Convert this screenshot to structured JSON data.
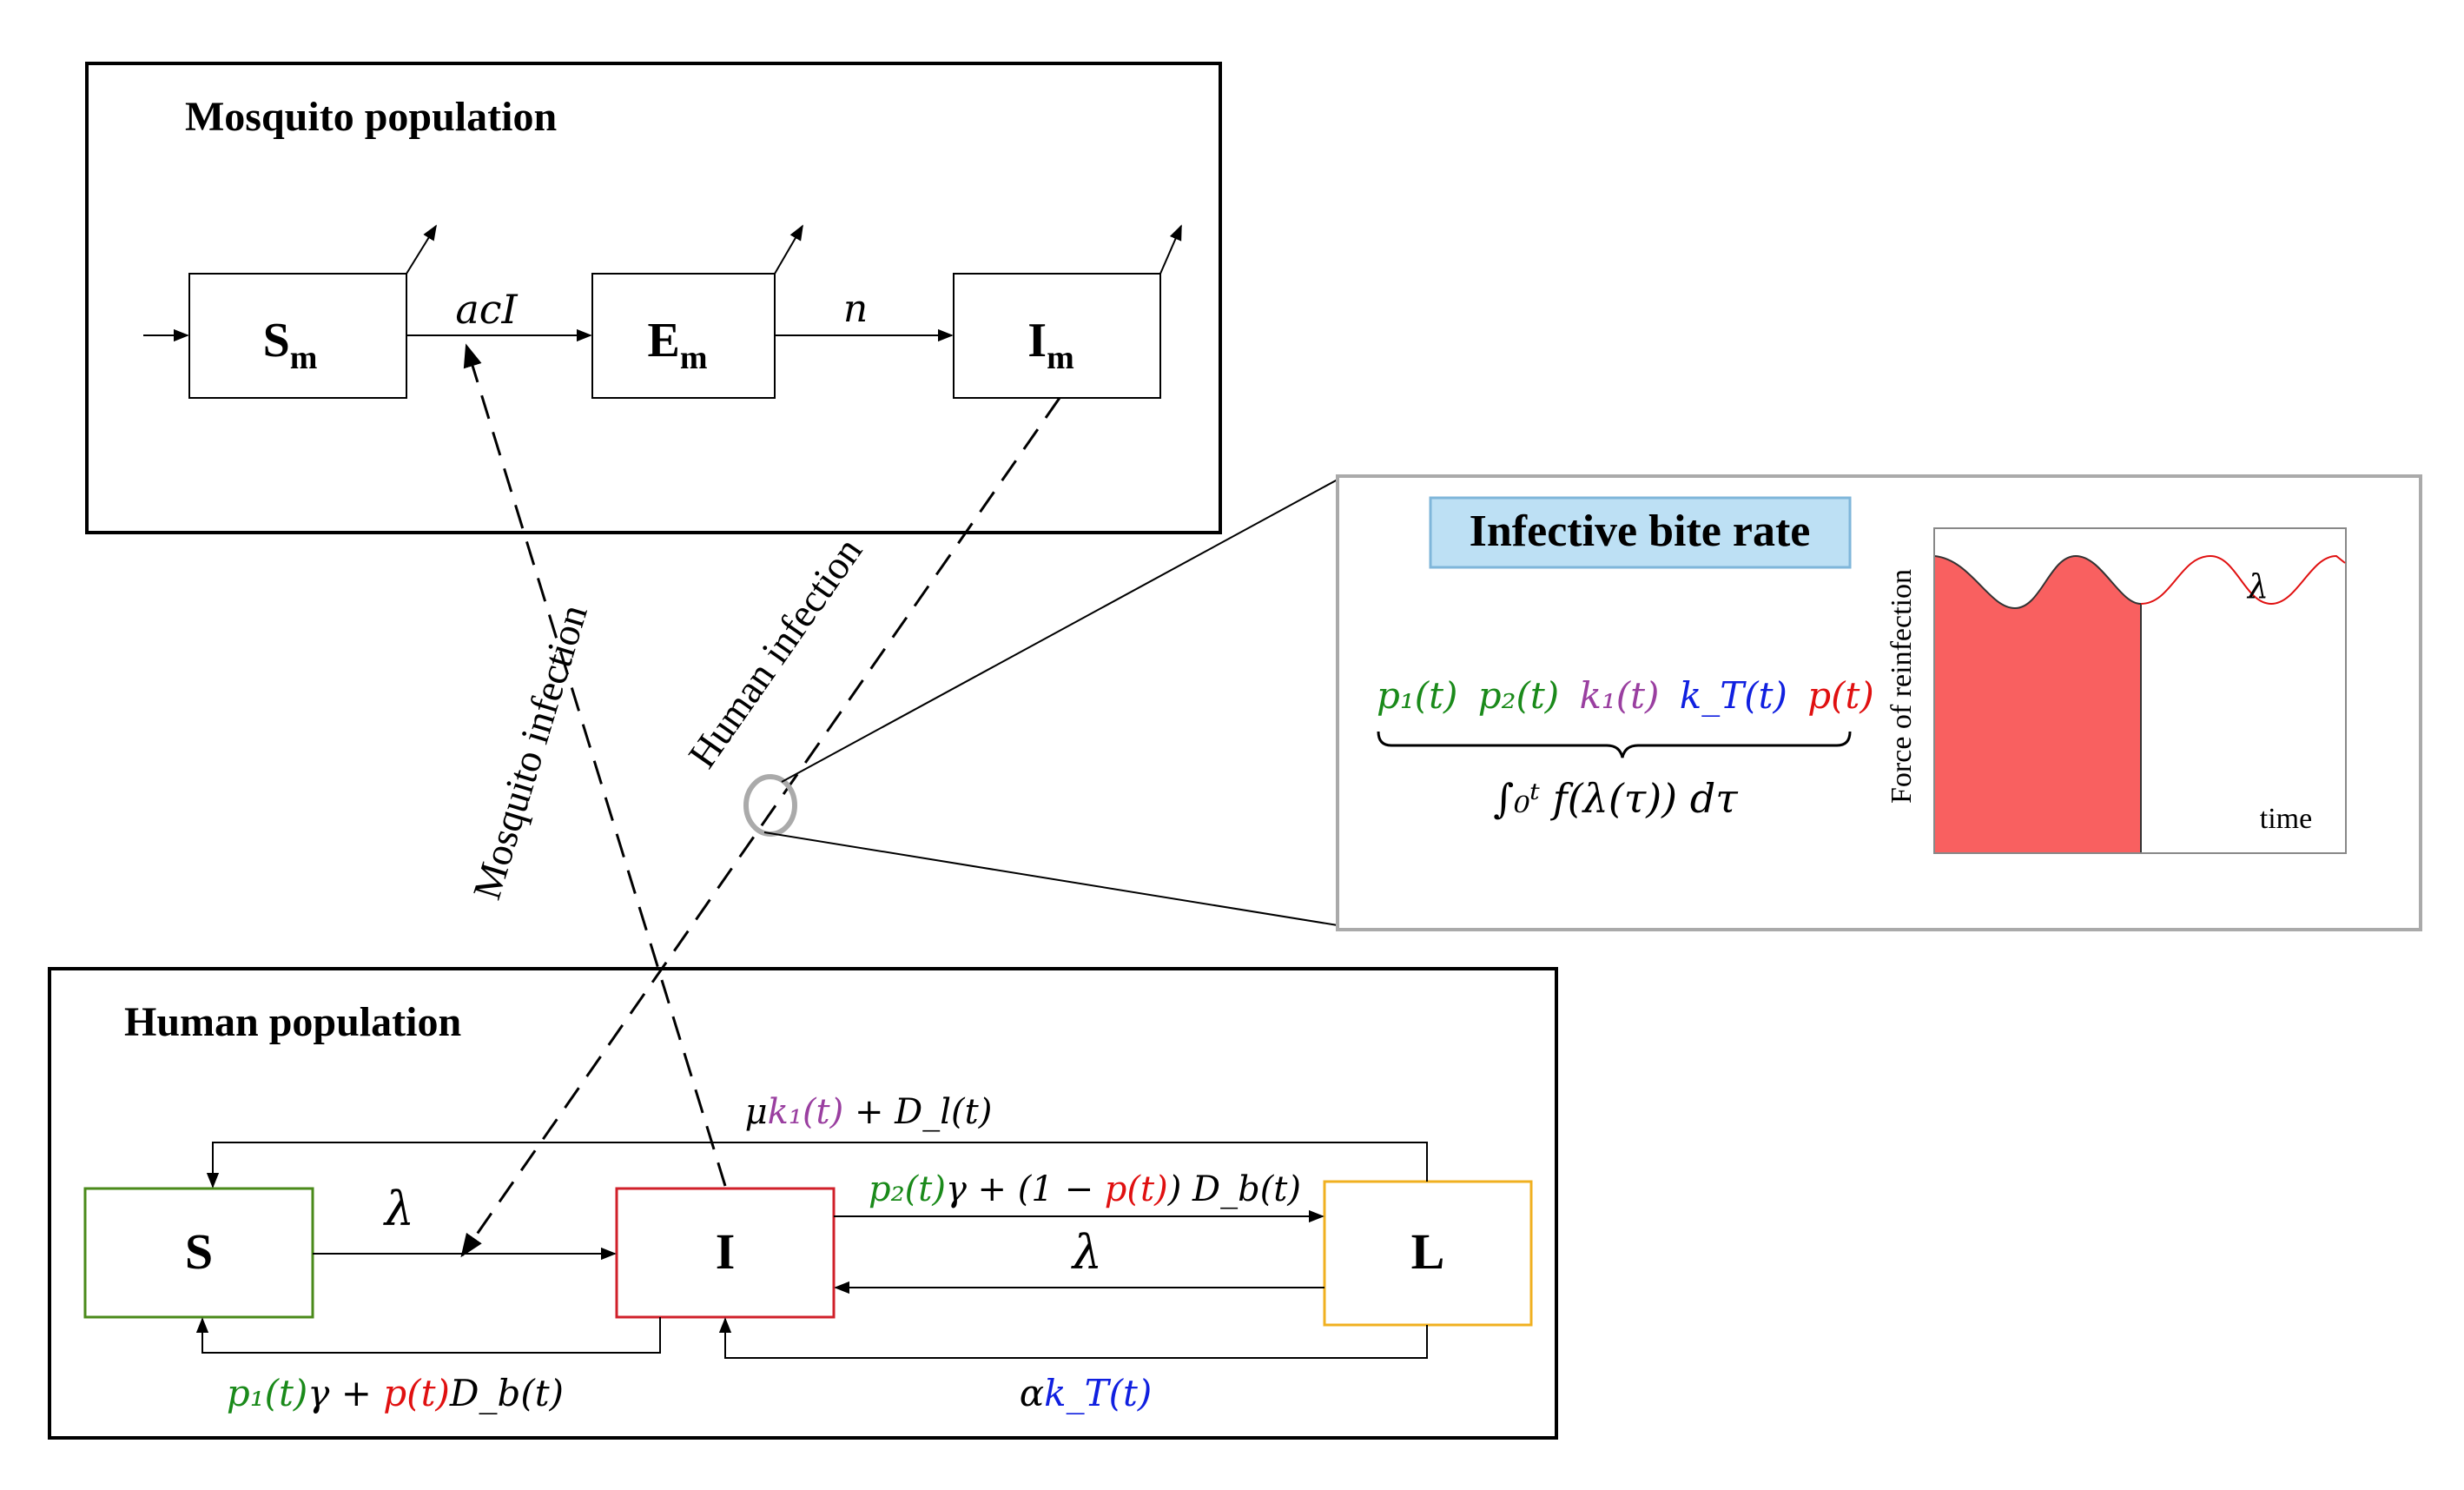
{
  "mosquito": {
    "title": "Mosquito population",
    "compartments": [
      {
        "id": "Sm",
        "base": "S",
        "sub": "m"
      },
      {
        "id": "Em",
        "base": "E",
        "sub": "m"
      },
      {
        "id": "Im",
        "base": "I",
        "sub": "m"
      }
    ],
    "rate_SE": "acI",
    "rate_EI": "n"
  },
  "human": {
    "title": "Human population",
    "compartments": [
      {
        "id": "S",
        "label": "S"
      },
      {
        "id": "I",
        "label": "I"
      },
      {
        "id": "L",
        "label": "L"
      }
    ],
    "rate_SI": "λ",
    "rate_LI": "λ",
    "rate_IL": {
      "p2": "p₂(t)",
      "gamma": "γ + ",
      "paren_open": "(1 − ",
      "p": "p(t)",
      "paren_close": ")",
      "Db": " D_b(t)"
    },
    "rate_LS": {
      "mu": "μ",
      "k1": "k₁(t)",
      "rest": " + D_l(t)"
    },
    "rate_IS": {
      "p1": "p₁(t)",
      "gamma": "γ + ",
      "p": "p(t)",
      "Db": "D_b(t)"
    },
    "rate_LI_bottom": {
      "alpha": "α",
      "kT": "k_T(t)"
    }
  },
  "links": {
    "mosquito_infection": "Mosquito infection",
    "human_infection": "Human infection"
  },
  "inset": {
    "title": "Infective bite rate",
    "factors": [
      {
        "text": "p₁(t)",
        "color": "#1a8a1a"
      },
      {
        "text": "p₂(t)",
        "color": "#1a8a1a"
      },
      {
        "text": "k₁(t)",
        "color": "#9a3fa0"
      },
      {
        "text": "k_T(t)",
        "color": "#1020e0"
      },
      {
        "text": "p(t)",
        "color": "#e01010"
      }
    ],
    "integral": "∫₀ᵗ f(λ(τ)) dτ",
    "plot": {
      "ylabel": "Force of reinfection",
      "xlabel": "time",
      "curve_label": "λ",
      "fill_fraction": 0.5
    }
  },
  "colors": {
    "green": "#1a8a1a",
    "purple": "#9a3fa0",
    "blue": "#1020e0",
    "red": "#e01010",
    "box_S": "#4a8a1a",
    "box_I": "#d0202a",
    "box_L": "#f0b020",
    "title_bg": "#bde0f4",
    "title_border": "#7fb6da",
    "fill_red": "#f96060"
  }
}
